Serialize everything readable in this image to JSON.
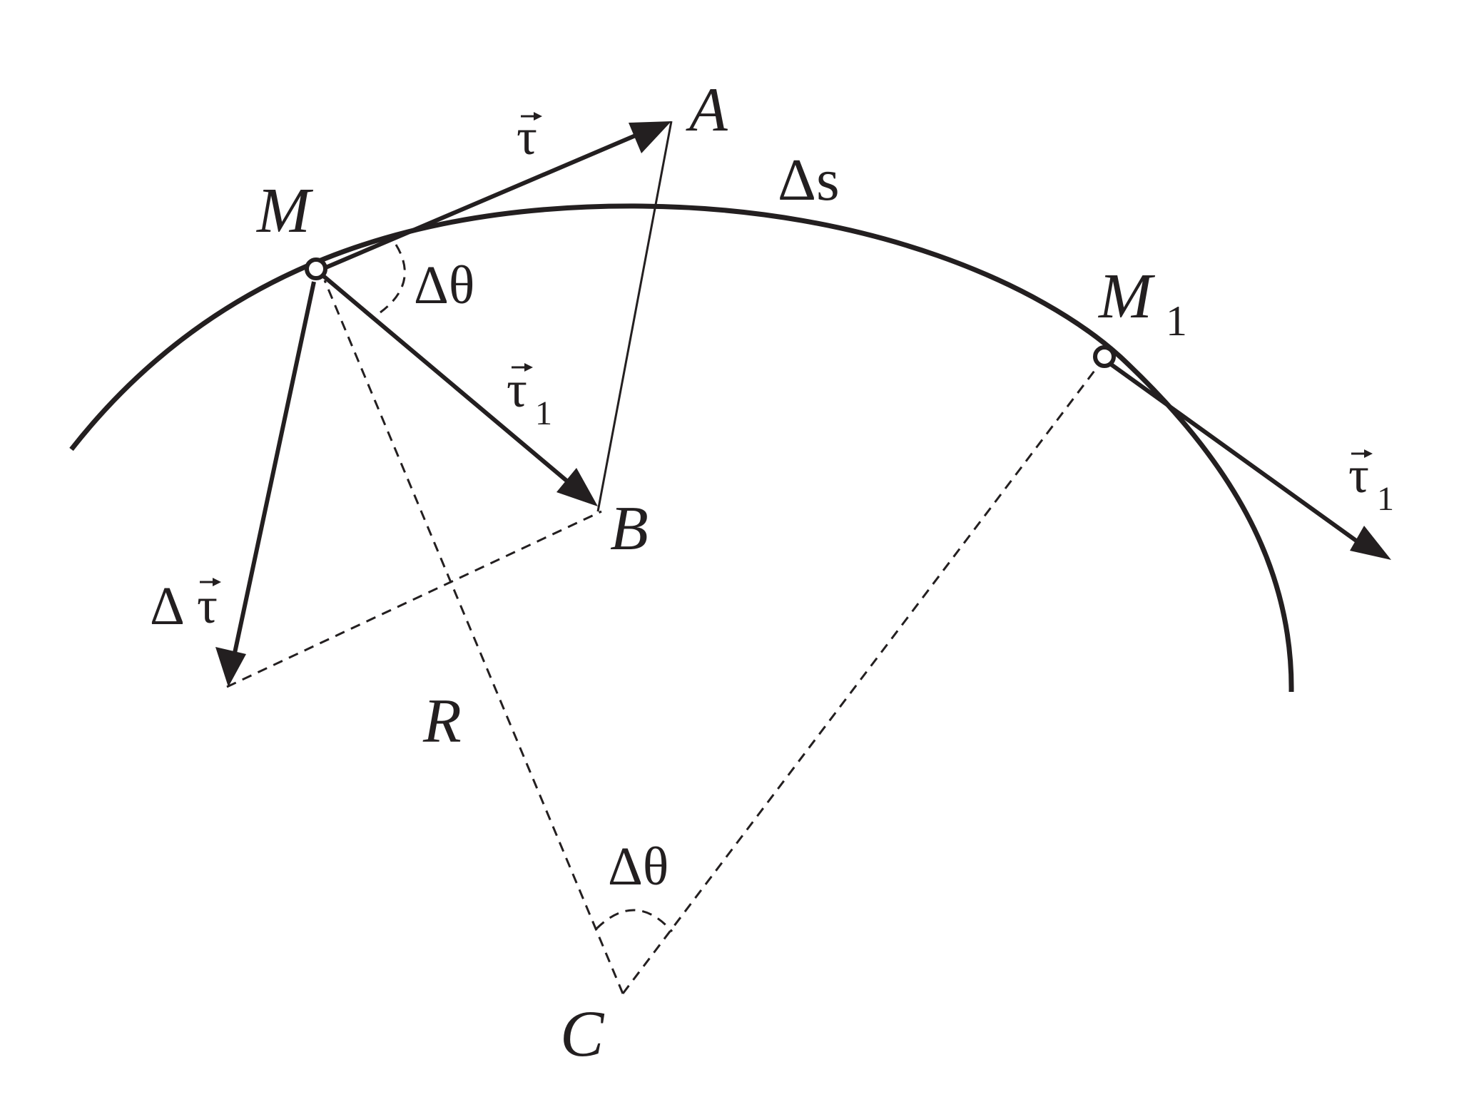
{
  "labels": {
    "tau": "τ",
    "point_A": "A",
    "delta_s": "Δs",
    "point_M": "M",
    "delta_theta_top": "Δθ",
    "point_M1_letter": "M",
    "point_M1_sub": "1",
    "tau1_mid": "τ",
    "tau1_mid_sub": "1",
    "tau1_right": "τ",
    "tau1_right_sub": "1",
    "point_B": "B",
    "delta_tau_delta": "Δ",
    "delta_tau_tau": "τ",
    "radius": "R",
    "delta_theta_bottom": "Δθ",
    "point_C": "C"
  },
  "colors": {
    "ink": "#231f20",
    "background": "#ffffff"
  }
}
